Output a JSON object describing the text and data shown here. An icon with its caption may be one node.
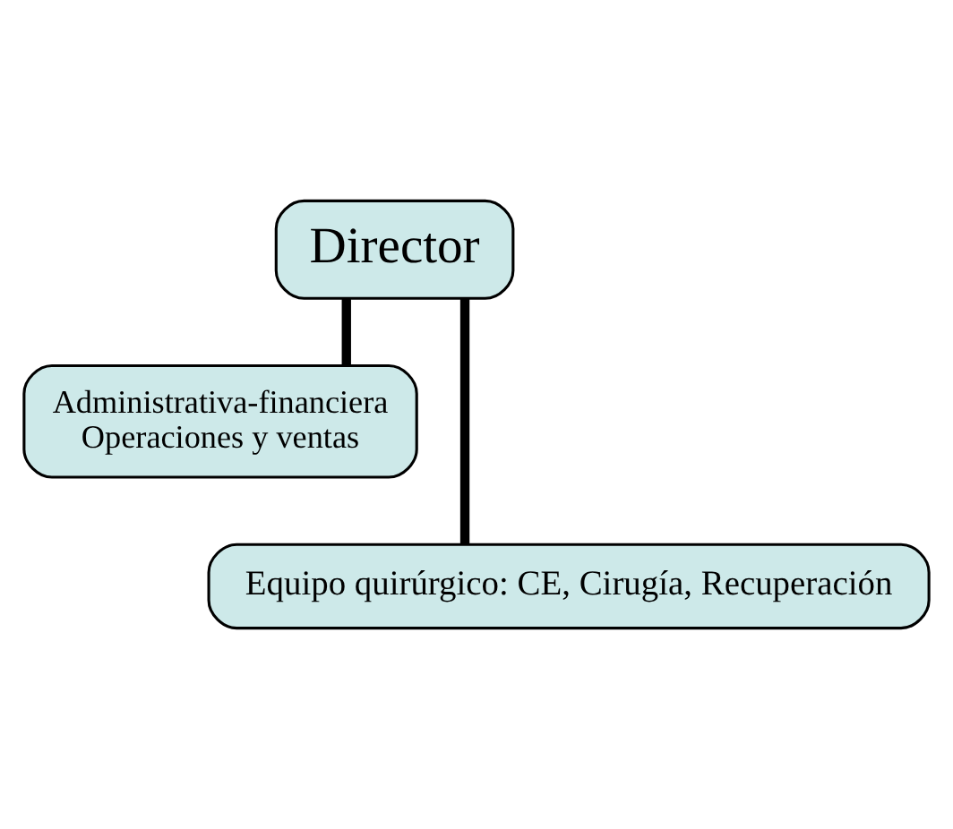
{
  "diagram": {
    "nodes": [
      {
        "text": [
          "Director"
        ]
      },
      {
        "text": [
          "Administrativa-financiera",
          "Operaciones y ventas"
        ]
      },
      {
        "text": [
          "Equipo quirúrgico: CE, Cirugía, Recuperación"
        ]
      }
    ],
    "edges": [
      {
        "from": 0,
        "to": 1,
        "arrow": "none"
      },
      {
        "from": 0,
        "to": 2,
        "arrow": "none"
      }
    ]
  }
}
